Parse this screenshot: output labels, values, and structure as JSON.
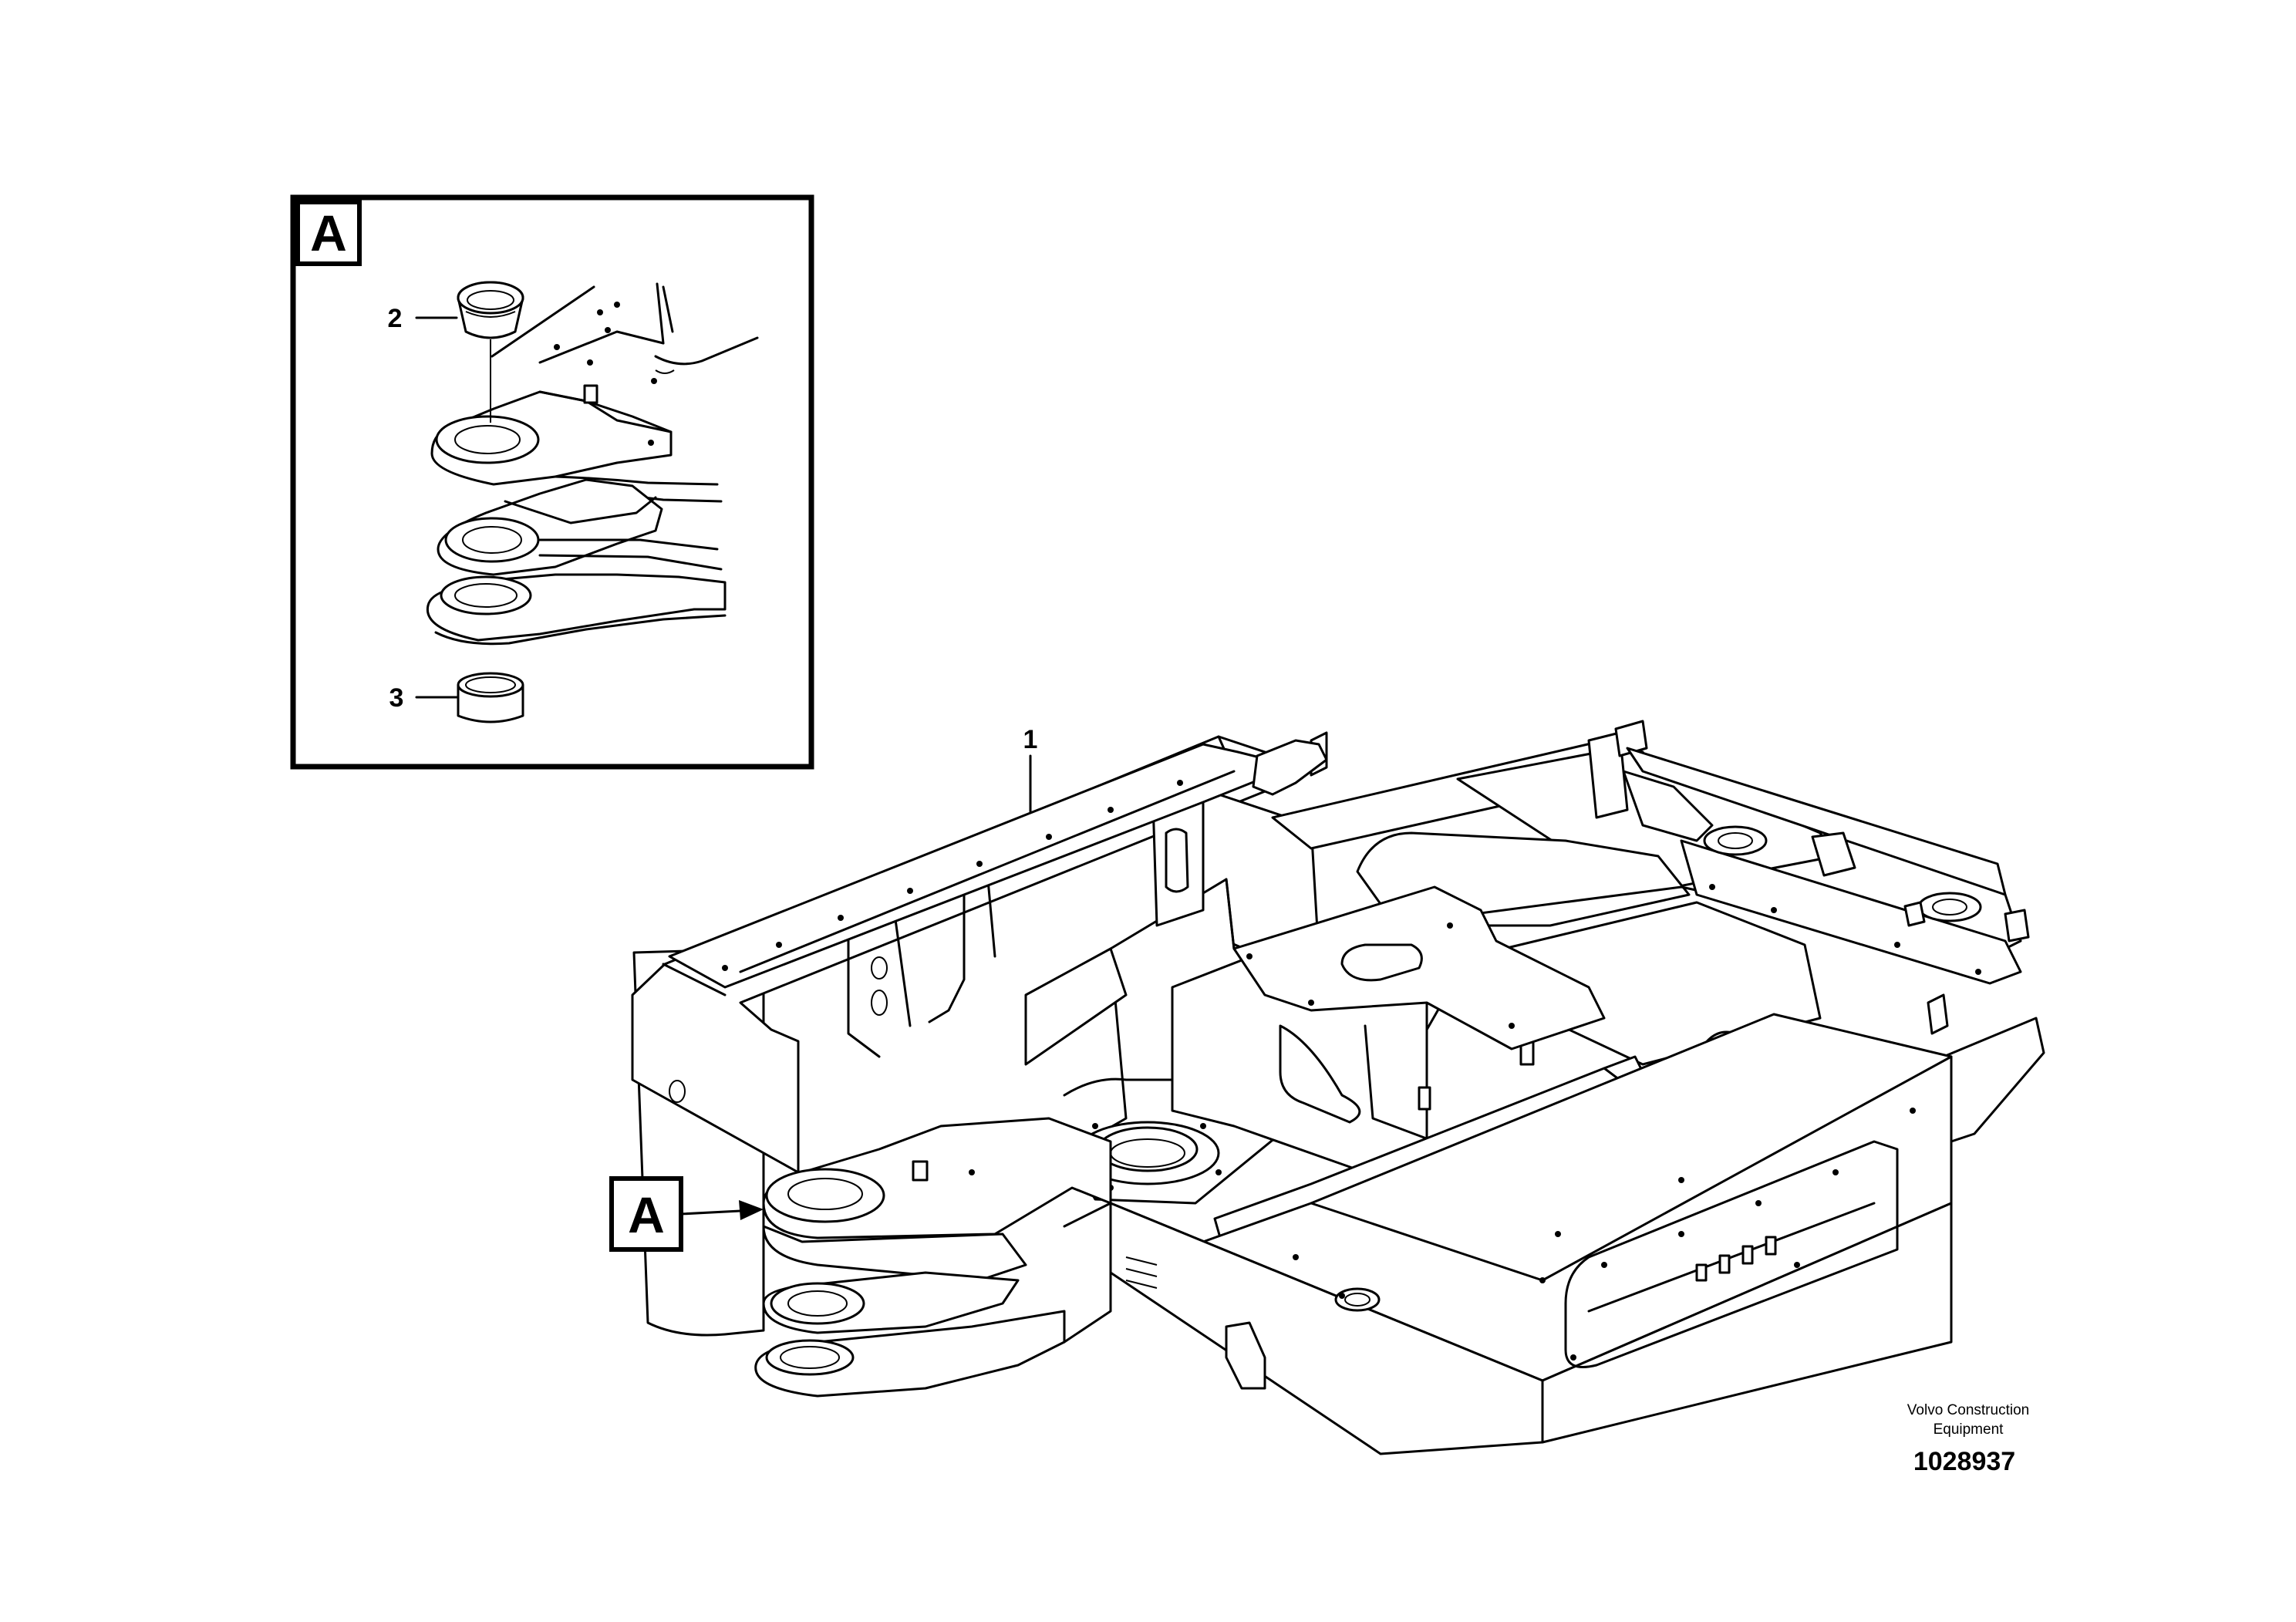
{
  "detail": {
    "ref_letter": "A",
    "callouts": [
      {
        "number": "2",
        "part": "bushing-top"
      },
      {
        "number": "3",
        "part": "bushing-bottom"
      }
    ]
  },
  "main": {
    "ref_letter": "A",
    "callouts": [
      {
        "number": "1",
        "part": "upper-frame"
      }
    ]
  },
  "title_block": {
    "manufacturer_line1": "Volvo Construction",
    "manufacturer_line2": "Equipment",
    "illustration_number": "1028937"
  }
}
